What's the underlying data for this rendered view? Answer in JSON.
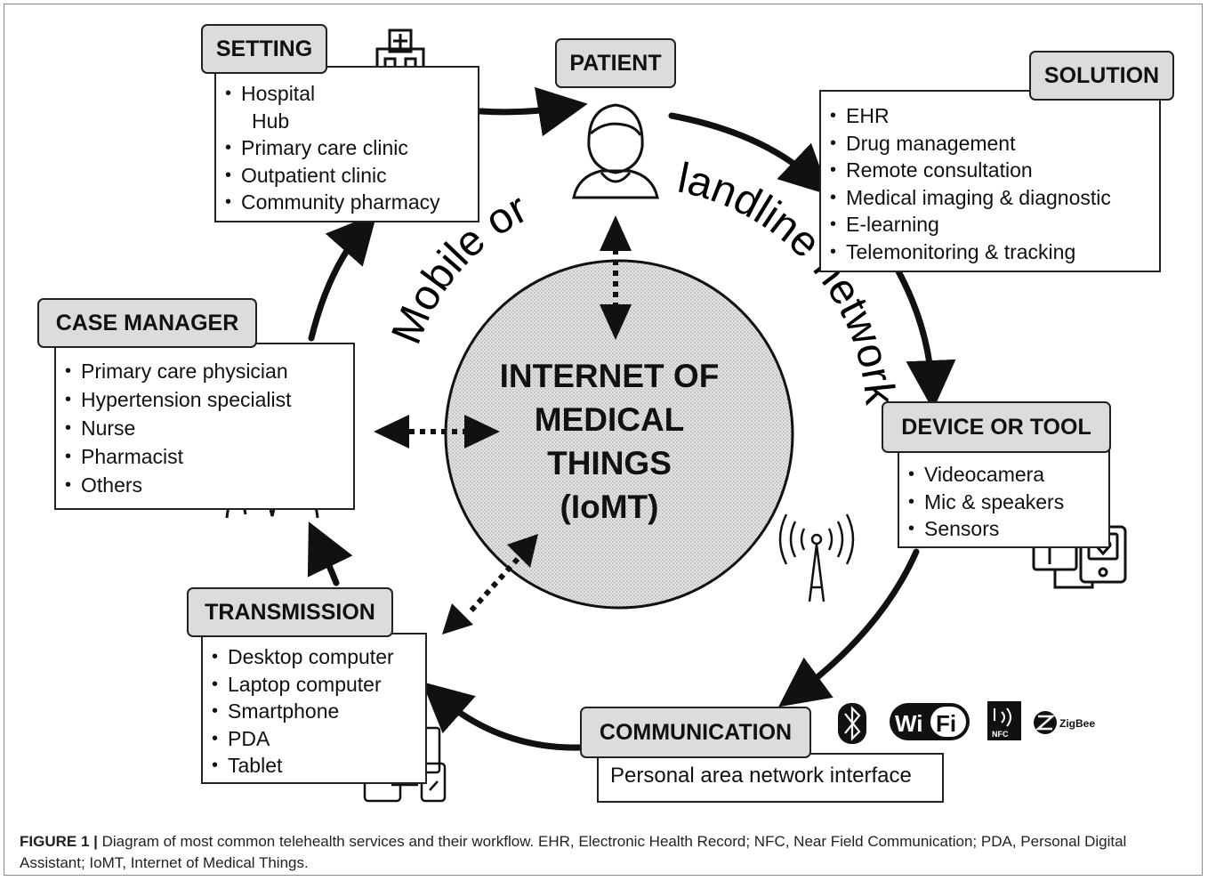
{
  "center": {
    "lines": [
      "INTERNET OF",
      "MEDICAL",
      "THINGS",
      "(IoMT)"
    ]
  },
  "network_label": {
    "left": "Mobile or",
    "right": "landline network"
  },
  "setting": {
    "title": "SETTING",
    "items": [
      "Hospital",
      "Hub",
      "Primary care clinic",
      "Outpatient clinic",
      "Community pharmacy"
    ]
  },
  "patient": {
    "title": "PATIENT"
  },
  "solution": {
    "title": "SOLUTION",
    "items": [
      "EHR",
      "Drug management",
      "Remote consultation",
      "Medical imaging & diagnostic",
      "E-learning",
      "Telemonitoring & tracking"
    ]
  },
  "case_manager": {
    "title": "CASE MANAGER",
    "items": [
      "Primary care physician",
      "Hypertension specialist",
      "Nurse",
      "Pharmacist",
      "Others"
    ]
  },
  "device": {
    "title": "DEVICE OR TOOL",
    "items": [
      "Videocamera",
      "Mic & speakers",
      "Sensors"
    ]
  },
  "transmission": {
    "title": "TRANSMISSION",
    "items": [
      "Desktop computer",
      "Laptop computer",
      "Smartphone",
      "PDA",
      "Tablet"
    ]
  },
  "communication": {
    "title": "COMMUNICATION",
    "text": "Personal area network interface",
    "logos": {
      "wifi_a": "Wi",
      "wifi_b": "Fi",
      "nfc": "NFC",
      "zigbee": "ZigBee"
    }
  },
  "caption": {
    "label": "FIGURE 1 |",
    "text": " Diagram of most common telehealth services and their workflow. EHR, Electronic Health Record; NFC, Near Field Communication; PDA, Personal Digital Assistant; IoMT, Internet of Medical Things."
  },
  "colors": {
    "header_fill": "#dcdcdc",
    "circle_fill": "#d9d9d9",
    "stroke": "#111111"
  }
}
